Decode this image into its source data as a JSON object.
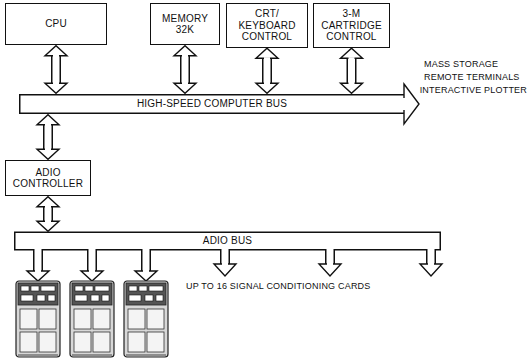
{
  "diagram": {
    "nodes": [
      {
        "text": [
          "CPU"
        ]
      },
      {
        "text": [
          "MEMORY 32K"
        ]
      },
      {
        "text": [
          "CRT/ KEYBOARD CONTROL"
        ]
      },
      {
        "text": [
          "3-M CARTRIDGE CONTROL"
        ]
      },
      {
        "text": [
          "HIGH-SPEED COMPUTER BUS"
        ]
      },
      {
        "text": [
          "ADIO CONTROLLER"
        ]
      },
      {
        "text": [
          "ADIO BUS"
        ]
      }
    ],
    "edges": [
      {
        "from": 0,
        "to": 4,
        "arrow": "both"
      },
      {
        "from": 1,
        "to": 4,
        "arrow": "both"
      },
      {
        "from": 2,
        "to": 4,
        "arrow": "both"
      },
      {
        "from": 3,
        "to": 4,
        "arrow": "both"
      },
      {
        "from": 4,
        "to": 5,
        "arrow": "both"
      },
      {
        "from": 5,
        "to": 6,
        "arrow": "both"
      }
    ],
    "labels": [
      "MASS STORAGE",
      "REMOTE TERMINALS",
      "INTERACTIVE PLOTTER",
      "UP TO 16 SIGNAL CONDITIONING CARDS"
    ]
  }
}
